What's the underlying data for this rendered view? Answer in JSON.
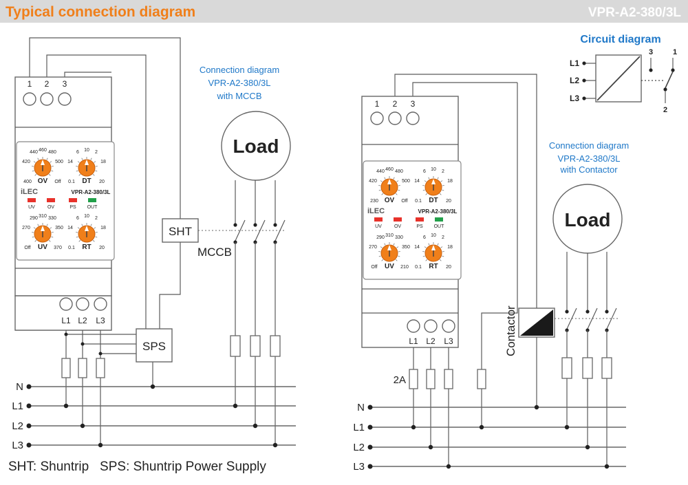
{
  "header": {
    "title": "Typical connection diagram",
    "model": "VPR-A2-380/3L",
    "title_color": "#f07f1a",
    "bar_color": "#d9d9d9"
  },
  "colors": {
    "knob": "#f07f1a",
    "led_red": "#e8322b",
    "led_green": "#22a04a",
    "caption_blue": "#1f78c8"
  },
  "left": {
    "caption": [
      "Connection diagram",
      "VPR-A2-380/3L",
      "with MCCB"
    ],
    "terminals_top": [
      "1",
      "2",
      "3"
    ],
    "terminals_bottom": [
      "L1",
      "L2",
      "L3"
    ],
    "relay": {
      "brand": "iLEC",
      "model": "VPR-A2-380/3L",
      "ov_scale": [
        "440",
        "460",
        "480",
        "420",
        "500",
        "400",
        "Off"
      ],
      "ov_label": "OV",
      "dt_scale": [
        "6",
        "10",
        "2",
        "14",
        "18",
        "0.1",
        "20"
      ],
      "dt_label": "DT",
      "leds": [
        "UV",
        "OV",
        "PS",
        "OUT"
      ],
      "uv_scale": [
        "290",
        "310",
        "330",
        "270",
        "350",
        "Off",
        "370"
      ],
      "uv_label": "UV",
      "rt_scale": [
        "6",
        "10",
        "2",
        "14",
        "18",
        "0.1",
        "20"
      ],
      "rt_label": "RT"
    },
    "load": "Load",
    "sht": "SHT",
    "mccb": "MCCB",
    "sps": "SPS",
    "bus": [
      "N",
      "L1",
      "L2",
      "L3"
    ],
    "legend": "SHT: Shuntrip   SPS: Shuntrip Power Supply"
  },
  "right": {
    "caption": [
      "Connection diagram",
      "VPR-A2-380/3L",
      "with Contactor"
    ],
    "terminals_top": [
      "1",
      "2",
      "3"
    ],
    "terminals_bottom": [
      "L1",
      "L2",
      "L3"
    ],
    "relay": {
      "brand": "iLEC",
      "model": "VPR-A2-380/3L",
      "ov_scale": [
        "440",
        "460",
        "480",
        "420",
        "500",
        "230",
        "Off"
      ],
      "ov_label": "OV",
      "dt_scale": [
        "6",
        "10",
        "2",
        "14",
        "18",
        "0.1",
        "20"
      ],
      "dt_label": "DT",
      "leds": [
        "UV",
        "OV",
        "PS",
        "OUT"
      ],
      "uv_scale": [
        "290",
        "310",
        "330",
        "270",
        "350",
        "Off",
        "210"
      ],
      "uv_label": "UV",
      "rt_scale": [
        "6",
        "10",
        "2",
        "14",
        "18",
        "0.1",
        "20"
      ],
      "rt_label": "RT"
    },
    "load": "Load",
    "contactor": "Contactor",
    "fuse_rating": "2A",
    "bus": [
      "N",
      "L1",
      "L2",
      "L3"
    ]
  },
  "circuit": {
    "title": "Circuit diagram",
    "inputs": [
      "L1",
      "L2",
      "L3"
    ],
    "contacts": [
      "3",
      "1",
      "2"
    ]
  }
}
